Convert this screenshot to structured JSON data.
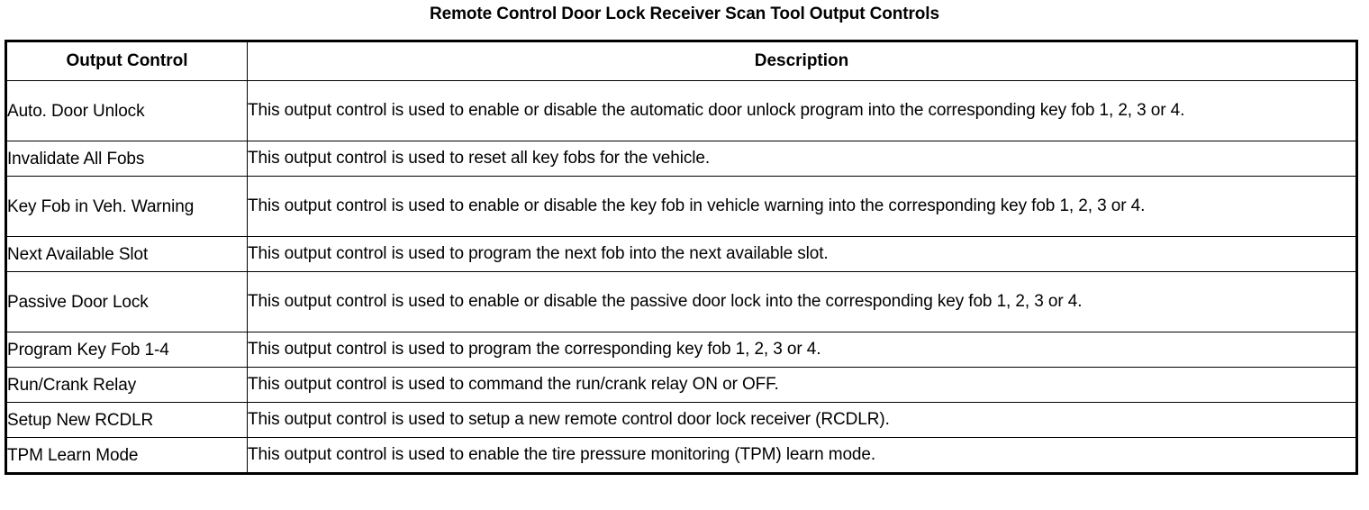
{
  "document": {
    "title": "Remote Control Door Lock Receiver Scan Tool Output Controls"
  },
  "table": {
    "headers": {
      "control": "Output Control",
      "description": "Description"
    },
    "rows": [
      {
        "control": "Auto. Door Unlock",
        "description": "This output control is used to enable or disable the automatic door unlock program into the corresponding key fob 1, 2, 3 or 4.",
        "tall": true
      },
      {
        "control": "Invalidate All Fobs",
        "description": "This output control is used to reset all key fobs for the vehicle.",
        "tall": false
      },
      {
        "control": "Key Fob in Veh. Warning",
        "description": "This output control is used to enable or disable the key fob in vehicle warning into the corresponding key fob 1, 2, 3 or 4.",
        "tall": true
      },
      {
        "control": "Next Available Slot",
        "description": "This output control is used to program the next fob into the next available slot.",
        "tall": false
      },
      {
        "control": "Passive Door Lock",
        "description": "This output control is used to enable or disable the passive door lock into the corresponding key fob 1, 2, 3 or 4.",
        "tall": true
      },
      {
        "control": "Program Key Fob 1-4",
        "description": "This output control is used to program the corresponding key fob 1, 2, 3 or 4.",
        "tall": false
      },
      {
        "control": "Run/Crank Relay",
        "description": "This output control is used to command the run/crank relay ON or OFF.",
        "tall": false
      },
      {
        "control": "Setup New RCDLR",
        "description": "This output control is used to setup a new remote control door lock receiver (RCDLR).",
        "tall": false
      },
      {
        "control": "TPM Learn Mode",
        "description": "This output control is used to enable the tire pressure monitoring (TPM) learn mode.",
        "tall": false
      }
    ]
  },
  "colors": {
    "border": "#000000",
    "text": "#000000",
    "background": "#ffffff"
  }
}
